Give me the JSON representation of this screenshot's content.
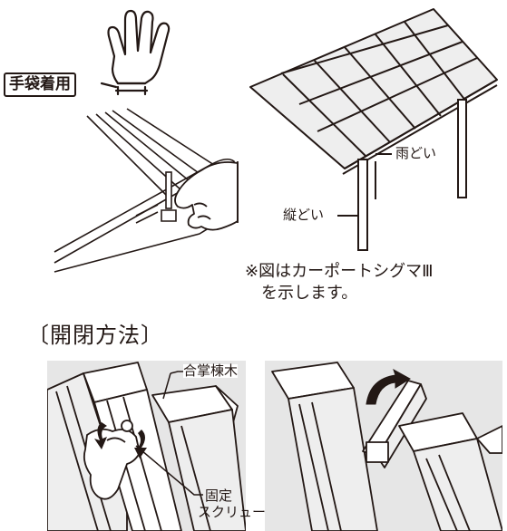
{
  "glove_label": "手袋着用",
  "rain_gutter_label": "雨どい",
  "downspout_label": "縦どい",
  "note": {
    "line1": "※図はカーポートシグマⅢ",
    "line2": "を示します。"
  },
  "section_heading": "〔開閉方法〕",
  "ridge_label": "合掌棟木",
  "screw_label_line1": "固定",
  "screw_label_line2": "スクリュー",
  "colors": {
    "ink": "#231815",
    "panel_gray": "#e6e6e6",
    "roof_panel": "#eeeeee"
  }
}
